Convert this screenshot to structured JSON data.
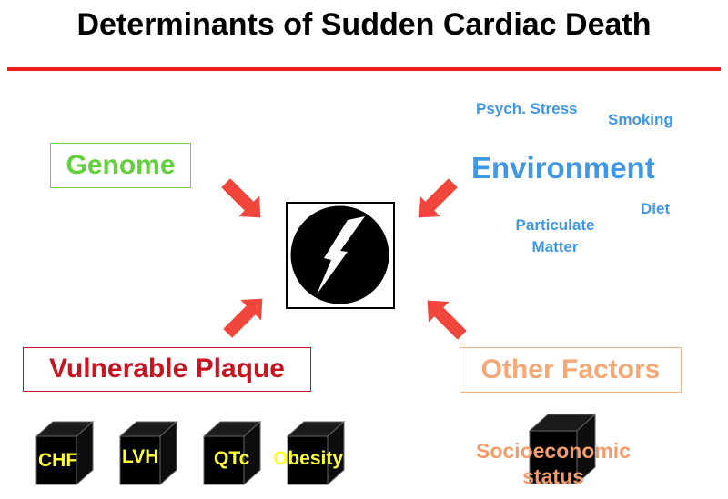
{
  "title": "Determinants of Sudden Cardiac Death",
  "genome": "Genome",
  "environment": {
    "label": "Environment",
    "factors": [
      "Psych. Stress",
      "Smoking",
      "Diet",
      "Particulate",
      "Matter"
    ]
  },
  "plaque": {
    "label": "Vulnerable Plaque",
    "factors": [
      "CHF",
      "LVH",
      "QTc",
      "Obesity"
    ]
  },
  "other": {
    "label": "Other Factors",
    "factors": [
      "Socioeconomic",
      "status"
    ]
  },
  "colors": {
    "title_rule": "#ee1c1c",
    "genome": "#62cf3d",
    "environment": "#3f97e6",
    "plaque": "#c8141e",
    "other": "#f5a875",
    "arrow": "#f0463c",
    "cube_label": "#ffff33"
  }
}
